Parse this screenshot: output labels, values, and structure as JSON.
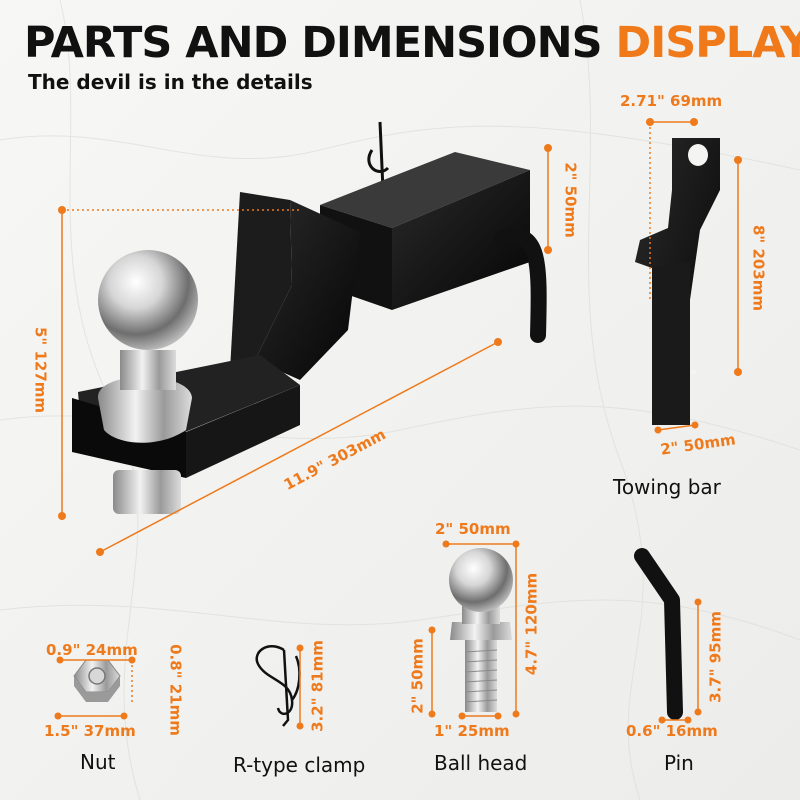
{
  "header": {
    "title_main": "PARTS AND DIMENSIONS",
    "title_accent": "DISPLAY",
    "subtitle": "The devil is in the details"
  },
  "colors": {
    "accent": "#ee7a1c",
    "dark": "#111111",
    "metal": "#c9c9c9",
    "background": "#f4f4f2"
  },
  "parts": {
    "hitch": {
      "icon": "ball-mount-hitch-icon",
      "dims": {
        "shank_height": "2\" 50mm",
        "rise": "5\" 127mm",
        "length": "11.9\" 303mm"
      }
    },
    "towing_bar": {
      "caption": "Towing bar",
      "icon": "towing-bar-icon",
      "dims": {
        "top_width": "2.71\" 69mm",
        "height": "8\" 203mm",
        "bottom_width": "2\" 50mm"
      }
    },
    "nut": {
      "caption": "Nut",
      "icon": "hex-nut-icon",
      "dims": {
        "inner": "0.9\" 24mm",
        "outer": "1.5\" 37mm",
        "thickness": "0.8\" 21mm"
      }
    },
    "clamp": {
      "caption": "R-type clamp",
      "icon": "r-clip-icon",
      "dims": {
        "length": "3.2\" 81mm"
      }
    },
    "ball_head": {
      "caption": "Ball head",
      "icon": "hitch-ball-icon",
      "dims": {
        "ball_diameter": "2\" 50mm",
        "total_height": "4.7\" 120mm",
        "shank_length": "2\" 50mm",
        "shank_diameter": "1\" 25mm"
      }
    },
    "pin": {
      "caption": "Pin",
      "icon": "hitch-pin-icon",
      "dims": {
        "length": "3.7\" 95mm",
        "diameter": "0.6\" 16mm"
      }
    }
  }
}
